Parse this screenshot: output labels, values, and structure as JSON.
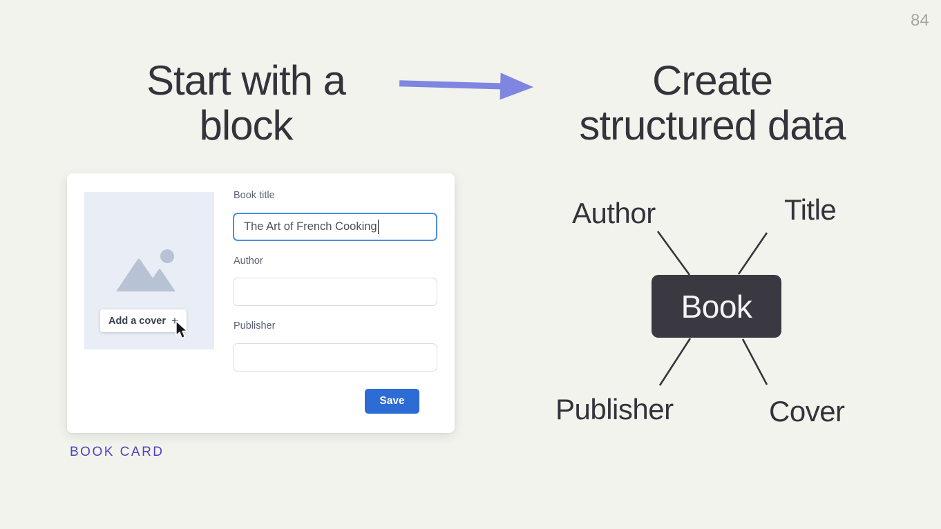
{
  "page": {
    "number": "84"
  },
  "headings": {
    "left": {
      "line1": "Start with a",
      "line2": "block"
    },
    "right": {
      "line1": "Create",
      "line2": "structured data"
    }
  },
  "book_card": {
    "caption": "BOOK CARD",
    "cover": {
      "button_label": "Add a cover",
      "plus_icon": "+"
    },
    "fields": [
      {
        "label": "Book title",
        "value": "The Art of French Cooking"
      },
      {
        "label": "Author",
        "value": ""
      },
      {
        "label": "Publisher",
        "value": ""
      }
    ],
    "save_label": "Save"
  },
  "diagram": {
    "node": "Book",
    "labels": {
      "top_left": "Author",
      "top_right": "Title",
      "bottom_left": "Publisher",
      "bottom_right": "Cover"
    }
  },
  "colors": {
    "background": "#F1F3EC",
    "heading_text": "#34333C",
    "arrow": "#7F85E0",
    "save_button": "#2D6BD5",
    "input_focus_border": "#4C8FE0",
    "caption": "#4C44C0",
    "node_box": "#3A3942",
    "cover_placeholder": "#E9EEF6",
    "mountain_icon": "#B7C2D5",
    "connector_line": "#35343D"
  }
}
